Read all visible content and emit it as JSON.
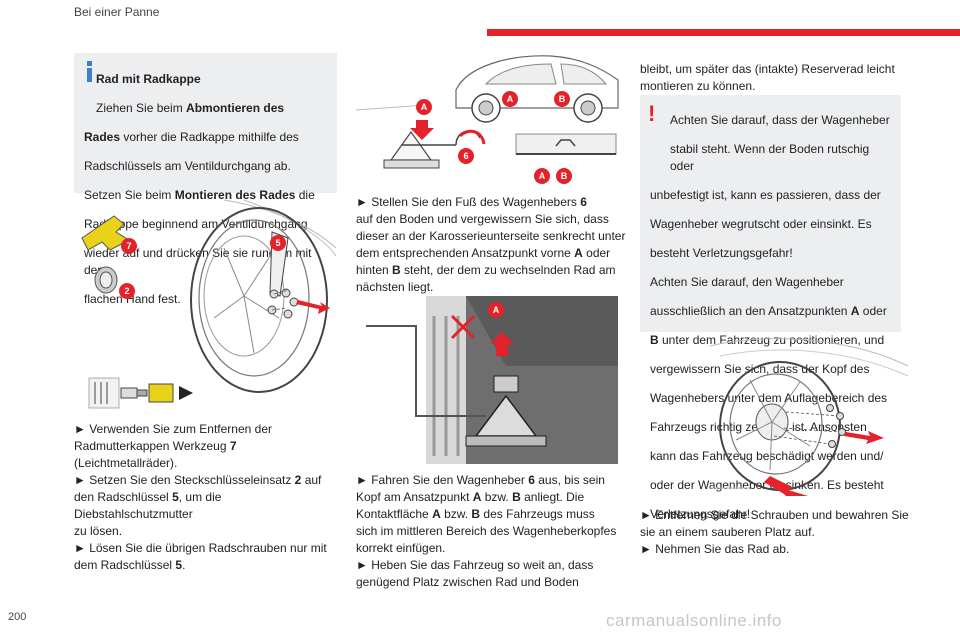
{
  "header": {
    "section_title": "Bei einer Panne"
  },
  "page_number": "200",
  "watermark": "carmanualsonline.info",
  "colors": {
    "accent_red": "#e3222a",
    "info_blue": "#3a7fd0",
    "box_grey": "#edeef0"
  },
  "info_box": {
    "icon": "info-icon",
    "title": "Rad mit Radkappe",
    "l1": "Ziehen Sie beim ",
    "l1b": "Abmontieren des",
    "l2b": "Rades",
    "l2": " vorher die Radkappe mithilfe des",
    "l3": "Radschlüssels am Ventildurchgang ab.",
    "l4": "Setzen Sie beim ",
    "l4b": "Montieren des Rades",
    "l4c": " die",
    "l5": "Radkappe beginnend am Ventildurchgang",
    "l6": "wieder auf und drücken Sie sie rundum mit der",
    "l7": "flachen Hand fest."
  },
  "figure1": {
    "label_7": "7",
    "label_5": "5",
    "label_2": "2"
  },
  "col1_steps": {
    "s1a": "► Verwenden Sie zum Entfernen der",
    "s1b": "Radmutterkappen Werkzeug ",
    "s1n": "7",
    "s1c": " (Leichtmetallräder).",
    "s2a": "► Setzen Sie den Steckschlüsseleinsatz ",
    "s2n": "2",
    "s2b": " auf",
    "s3a": "den Radschlüssel ",
    "s3n": "5",
    "s3b": ", um die Diebstahlschutzmutter",
    "s4": "zu lösen.",
    "s5": "► Lösen Sie die übrigen Radschrauben nur mit",
    "s6a": "dem Radschlüssel ",
    "s6n": "5",
    "s6b": "."
  },
  "figure2": {
    "label_a1": "A",
    "label_a2": "A",
    "label_b2": "B",
    "label_6": "6",
    "label_a3": "A",
    "label_b3": "B"
  },
  "col2_text1": {
    "l1a": "► Stellen Sie den Fuß des Wagenhebers ",
    "l1n": "6",
    "l2": "auf den Boden und vergewissern Sie sich, dass",
    "l3": "dieser an der Karosserieunterseite senkrecht unter",
    "l4a": "dem entsprechenden Ansatzpunkt vorne ",
    "l4A": "A",
    "l4b": " oder",
    "l5a": "hinten ",
    "l5B": "B",
    "l5b": " steht, der dem zu wechselnden Rad am",
    "l6": "nächsten liegt."
  },
  "figure3": {
    "label_a": "A"
  },
  "col2_text2": {
    "l1a": "► Fahren Sie den Wagenheber ",
    "l1n": "6",
    "l1b": " aus, bis sein",
    "l2a": "Kopf am Ansatzpunkt ",
    "l2A": "A",
    "l2m": " bzw. ",
    "l2B": "B",
    "l2b": " anliegt. Die",
    "l3a": "Kontaktfläche ",
    "l3A": "A",
    "l3m": " bzw. ",
    "l3B": "B",
    "l3b": " des Fahrzeugs muss",
    "l4": "sich im mittleren Bereich des Wagenheberkopfes",
    "l5": "korrekt einfügen.",
    "l6": "► Heben Sie das Fahrzeug so weit an, dass",
    "l7": "genügend Platz zwischen Rad und Boden"
  },
  "col3_text1": {
    "l1": "bleibt, um später das (intakte) Reserverad leicht",
    "l2": "montieren zu können."
  },
  "warn_box": {
    "icon": "warning-icon",
    "l1": "Achten Sie darauf, dass der Wagenheber",
    "l2": "stabil steht. Wenn der Boden rutschig oder",
    "l3": "unbefestigt ist, kann es passieren, dass der",
    "l4": "Wagenheber wegrutscht oder einsinkt. Es",
    "l5": "besteht Verletzungsgefahr!",
    "l6": "Achten Sie darauf, den Wagenheber",
    "l7a": "ausschließlich an den Ansatzpunkten ",
    "l7A": "A",
    "l7b": " oder",
    "l8B": "B",
    "l8": " unter dem Fahrzeug zu positionieren, und",
    "l9": "vergewissern Sie sich, dass der Kopf des",
    "l10": "Wagenhebers unter dem Auflagebereich des",
    "l11": "Fahrzeugs richtig zentriert ist. Ansonsten",
    "l12": "kann das Fahrzeug beschädigt werden und/",
    "l13": "oder der Wagenheber einsinken. Es besteht",
    "l14": "Verletzungsgefahr!"
  },
  "col3_text2": {
    "l1": "► Entfernen Sie die Schrauben und bewahren Sie",
    "l2": "sie an einem sauberen Platz auf.",
    "l3": "► Nehmen Sie das Rad ab."
  }
}
